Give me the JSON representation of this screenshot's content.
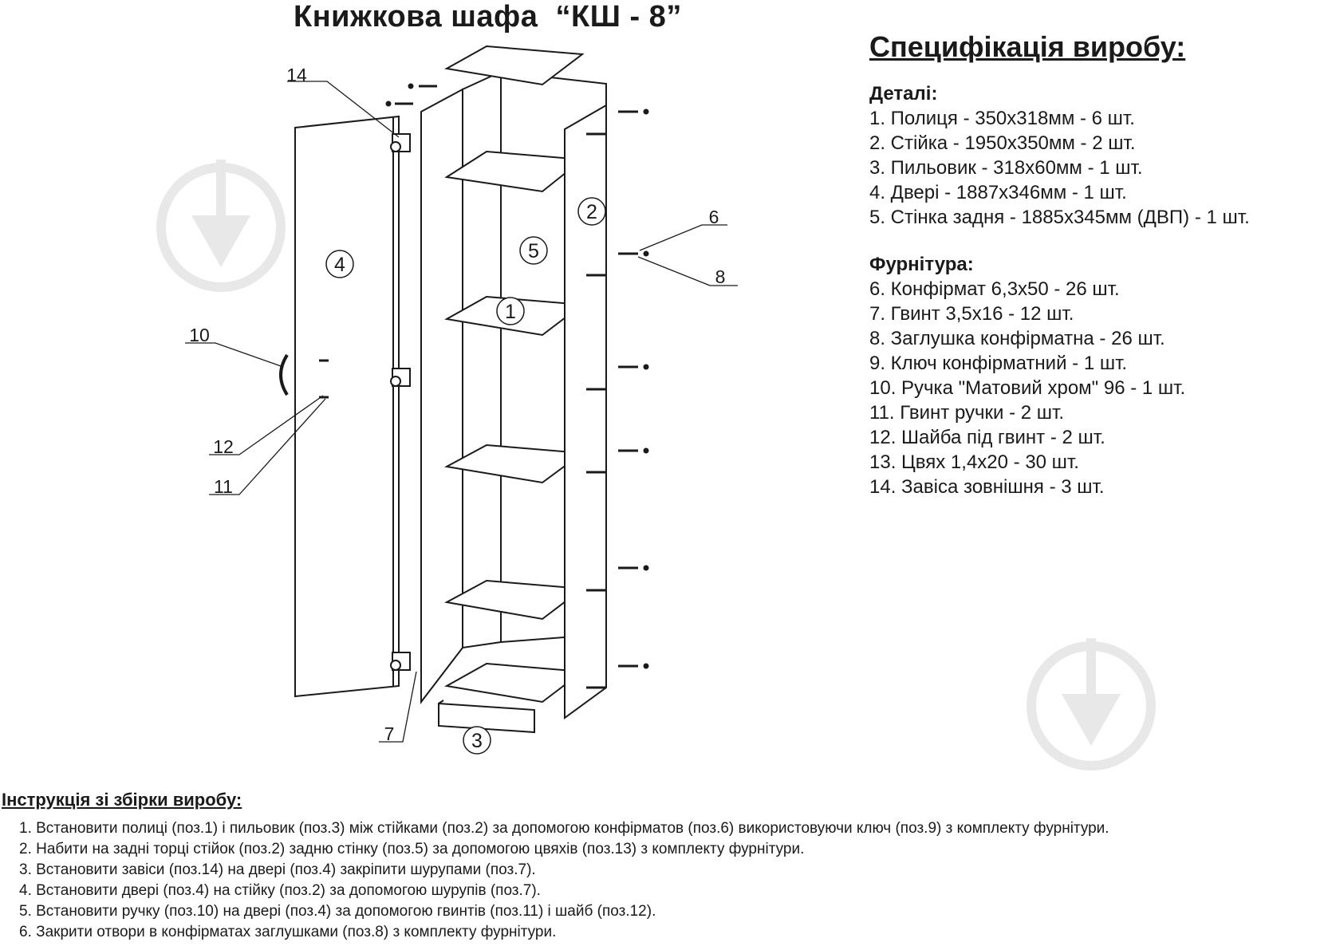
{
  "title": "Книжкова шафа  “КШ - 8”",
  "spec": {
    "title": "Специфікація виробу:",
    "details_heading": "Деталі:",
    "details": [
      "1. Полиця - 350х318мм - 6 шт.",
      "2. Стійка - 1950х350мм - 2 шт.",
      "3. Пильовик - 318х60мм - 1 шт.",
      "4. Двері - 1887х346мм - 1 шт.",
      "5. Стінка задня - 1885х345мм (ДВП) - 1 шт."
    ],
    "hardware_heading": "Фурнітура:",
    "hardware": [
      "6. Конфірмат 6,3х50 - 26 шт.",
      "7. Гвинт 3,5х16 - 12 шт.",
      "8. Заглушка конфірматна - 26 шт.",
      "9. Ключ конфірматний - 1 шт.",
      "10. Ручка \"Матовий хром\" 96 - 1 шт.",
      "11. Гвинт ручки - 2 шт.",
      "12. Шайба під гвинт - 2 шт.",
      "13. Цвях 1,4х20 - 30 шт.",
      "14. Завіса зовнішня - 3 шт."
    ]
  },
  "diagram": {
    "circled_labels": [
      "4",
      "5",
      "1",
      "2",
      "3"
    ],
    "leader_labels": [
      "14",
      "6",
      "8",
      "10",
      "12",
      "11",
      "7"
    ]
  },
  "instructions": {
    "title": "Інструкція зі збірки виробу:",
    "steps": [
      "1. Встановити полиці (поз.1) і пильовик (поз.3) між стійками (поз.2) за допомогою конфірматов (поз.6) використовуючи ключ (поз.9) з комплекту фурнітури.",
      "2. Набити на задні торці стійок (поз.2) задню стінку (поз.5) за допомогою цвяхів (поз.13) з комплекту фурнітури.",
      "3. Встановити завіси (поз.14) на двері (поз.4) закріпити шурупами (поз.7).",
      "4. Встановити двері (поз.4) на стійку (поз.2) за допомогою шурупів (поз.7).",
      "5. Встановити ручку (поз.10) на двері (поз.4) за допомогою гвинтів (поз.11) і шайб (поз.12).",
      "6. Закрити отвори в конфірматах заглушками (поз.8) з комплекту фурнітури."
    ]
  }
}
